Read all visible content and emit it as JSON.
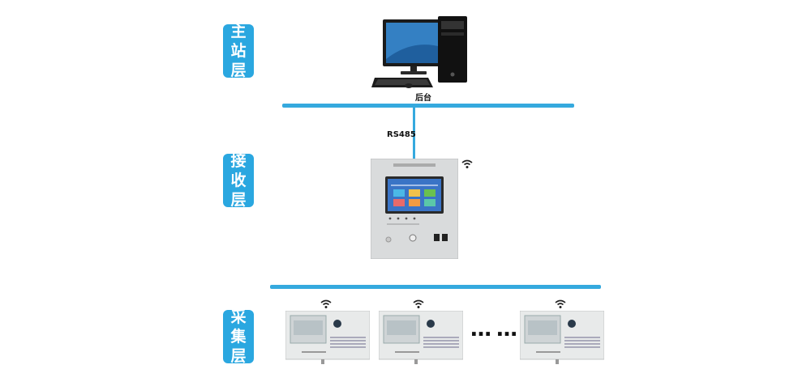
{
  "layers": [
    {
      "chars": [
        "主",
        "站",
        "层"
      ]
    },
    {
      "chars": [
        "接",
        "收",
        "层"
      ]
    },
    {
      "chars": [
        "采",
        "集",
        "层"
      ]
    }
  ],
  "labels": {
    "computer": "后台",
    "bus": "RS485"
  },
  "icons": [
    "monitor-icon",
    "tower-pc-icon",
    "keyboard-icon",
    "mouse-icon",
    "wifi-icon",
    "ellipsis"
  ],
  "colors": {
    "accent": "#2aa7e0",
    "bus_line": "#35a9de",
    "panel": "#d9dbdc"
  },
  "collector_count_visible": 3,
  "ellipsis": "……"
}
